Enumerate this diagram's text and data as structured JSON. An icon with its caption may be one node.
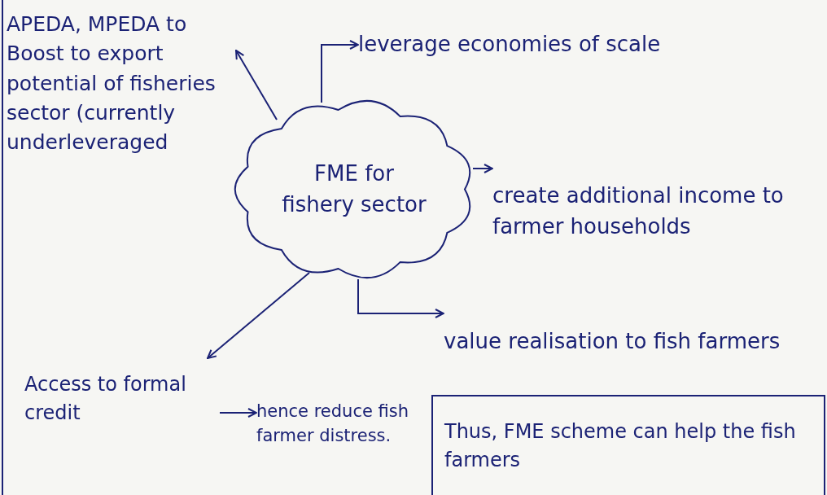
{
  "diagram": {
    "nodes": [
      {
        "text": [
          "FME for fishery sector"
        ]
      },
      {
        "text": [
          "APEDA, MPEDA to Boost to export potential of fisheries sector (currently underleveraged"
        ]
      },
      {
        "text": [
          "leverage economies of scale"
        ]
      },
      {
        "text": [
          "create additional income to farmer households"
        ]
      },
      {
        "text": [
          "value realisation to fish farmers"
        ]
      },
      {
        "text": [
          "Access to formal credit"
        ]
      },
      {
        "text": [
          "hence reduce fish farmer distress."
        ]
      },
      {
        "text": [
          "Thus, FME scheme can help the fish farmers"
        ]
      }
    ],
    "edges": [
      {
        "from": 0,
        "to": 1,
        "arrow": "to"
      },
      {
        "from": 0,
        "to": 2,
        "arrow": "to"
      },
      {
        "from": 0,
        "to": 3,
        "arrow": "to"
      },
      {
        "from": 0,
        "to": 4,
        "arrow": "to"
      },
      {
        "from": 0,
        "to": 5,
        "arrow": "to"
      },
      {
        "from": 5,
        "to": 6,
        "arrow": "to"
      }
    ]
  }
}
